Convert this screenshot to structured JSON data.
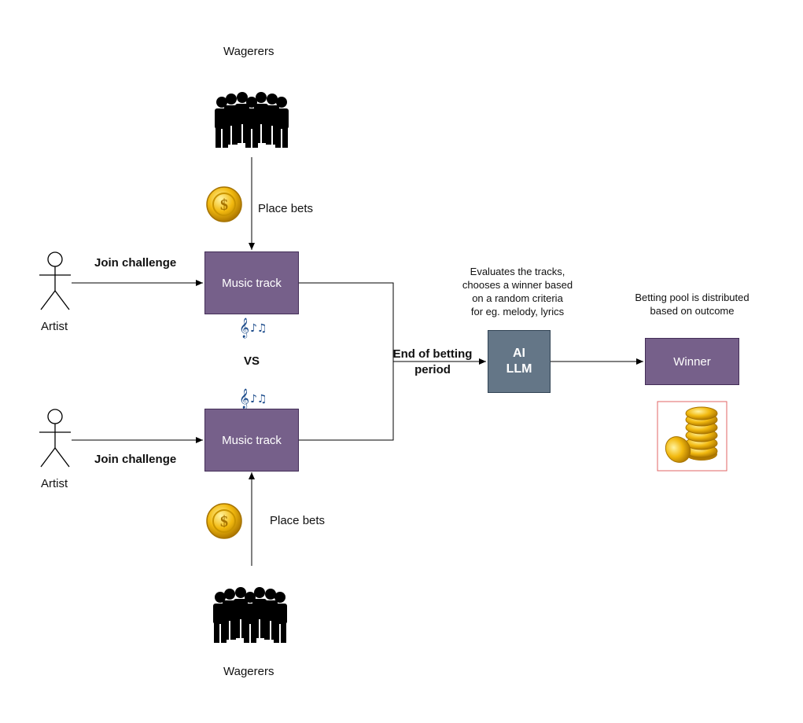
{
  "wagerers_top": "Wagerers",
  "wagerers_bottom": "Wagerers",
  "place_bets_top": "Place bets",
  "place_bets_bottom": "Place bets",
  "artist_top": "Artist",
  "artist_bottom": "Artist",
  "join_challenge_top": "Join challenge",
  "join_challenge_bottom": "Join challenge",
  "music_track_top": "Music track",
  "music_track_bottom": "Music track",
  "vs": "VS",
  "end_of_betting_line1": "End of betting",
  "end_of_betting_line2": "period",
  "ai_line1": "AI",
  "ai_line2": "LLM",
  "evaluates_lines": [
    "Evaluates the tracks,",
    "chooses a winner based",
    "on a random criteria",
    "for eg. melody, lyrics"
  ],
  "pool_lines": [
    "Betting pool is distributed",
    "based on outcome"
  ],
  "winner": "Winner",
  "icons": [
    "crowd-icon",
    "coin-icon",
    "stick-figure-icon",
    "music-note-icon",
    "coin-stack-icon"
  ],
  "colors": {
    "music_box_fill": "#76608a",
    "music_box_border": "#432d57",
    "ai_box_fill": "#647687",
    "ai_box_border": "#314354",
    "coin_gold": "#f2b90f",
    "coin_stack_frame": "#e06666"
  }
}
